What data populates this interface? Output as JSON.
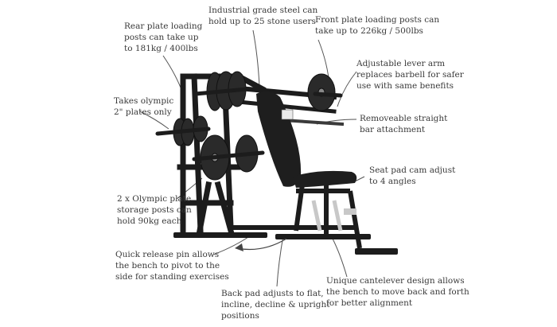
{
  "callouts": {
    "rear_posts": "Rear plate loading\nposts can take up\nto 181kg / 400lbs",
    "steel": "Industrial grade steel can\nhold up to 25 stone users",
    "front_posts": "Front plate loading posts can\ntake up to 226kg / 500lbs",
    "lever_arm": "Adjustable lever arm\nreplaces barbell for safer\nuse with same benefits",
    "olympic": "Takes olympic\n2\" plates only",
    "straight_bar": "Removeable straight\nbar attachment",
    "seat_pad": "Seat pad cam adjust\nto 4 angles",
    "storage": "2 x Olympic plate\nstorage posts can\nhold 90kg each",
    "quick_release": "Quick release pin allows\nthe bench to pivot to the\nside for standing exercises",
    "cantelever": "Unique cantelever design allows\nthe bench to move back and forth\nfor better alignment",
    "back_pad": "Back pad adjusts to flat,\nincline, decline & upright\npositions"
  },
  "colors": {
    "frame": "#1c1c1c",
    "plate": "#2a2a2a",
    "leader_line": "#555555",
    "chrome": "#c8c8c8"
  }
}
